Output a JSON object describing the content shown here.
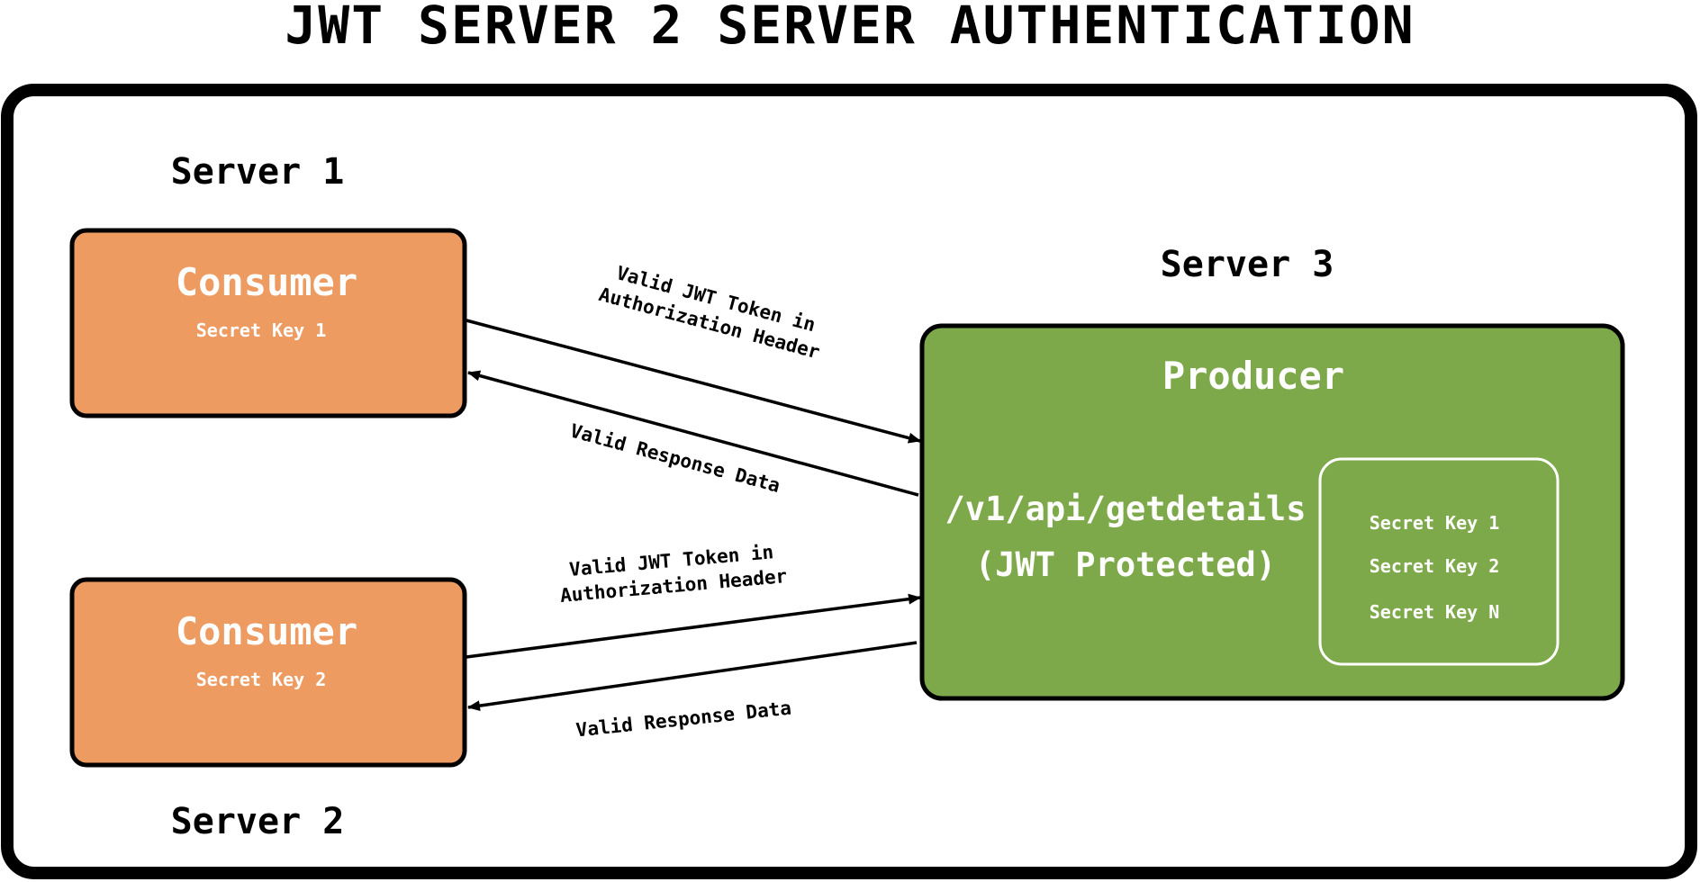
{
  "title": "JWT SERVER 2 SERVER AUTHENTICATION",
  "colors": {
    "consumer_fill": "#ee9b62",
    "producer_fill": "#7ea94a",
    "border": "#000000"
  },
  "servers": {
    "server1": "Server 1",
    "server2": "Server 2",
    "server3": "Server 3"
  },
  "consumer1": {
    "title": "Consumer",
    "key": "Secret Key 1"
  },
  "consumer2": {
    "title": "Consumer",
    "key": "Secret Key 2"
  },
  "producer": {
    "title": "Producer",
    "endpoint_line1": "/v1/api/getdetails",
    "endpoint_line2": "(JWT Protected)",
    "keys": [
      "Secret Key 1",
      "Secret Key 2",
      "Secret Key N"
    ]
  },
  "arrows": {
    "top_request": [
      "Valid JWT Token in",
      "Authorization Header"
    ],
    "top_response": "Valid Response Data",
    "bottom_request": [
      "Valid JWT Token in",
      "Authorization Header"
    ],
    "bottom_response": "Valid Response Data"
  }
}
